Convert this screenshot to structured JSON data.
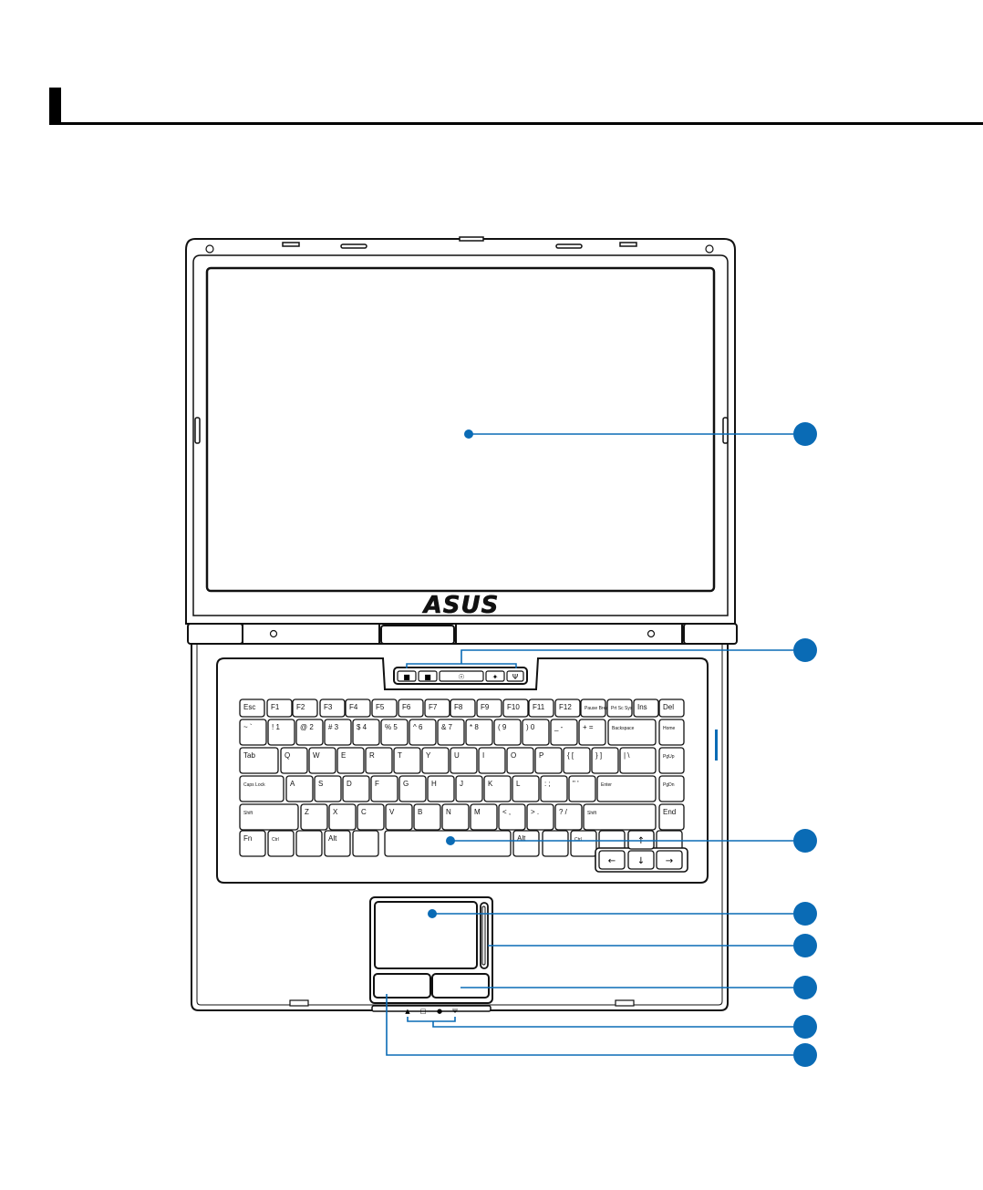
{
  "brand": {
    "logo_text": "ASUS"
  },
  "callouts": [
    {
      "id": 1,
      "target": "display-panel"
    },
    {
      "id": 2,
      "target": "status-indicator-strip"
    },
    {
      "id": 3,
      "target": "keyboard"
    },
    {
      "id": 4,
      "target": "touchpad"
    },
    {
      "id": 5,
      "target": "touchpad-scroll-strip"
    },
    {
      "id": 6,
      "target": "touchpad-buttons"
    },
    {
      "id": 7,
      "target": "front-status-indicators"
    },
    {
      "id": 8,
      "target": "front-indicator-left"
    }
  ],
  "keyboard": {
    "rows": [
      [
        "Esc",
        "F1",
        "F2",
        "F3",
        "F4",
        "F5",
        "F6",
        "F7",
        "F8",
        "F9",
        "F10",
        "F11",
        "F12",
        "Pause Break",
        "Prt Sc Sys Rq",
        "Ins",
        "Del"
      ],
      [
        "~ `",
        "! 1",
        "@ 2",
        "# 3",
        "$ 4",
        "% 5",
        "^ 6",
        "& 7",
        "* 8",
        "( 9",
        ") 0",
        "_ -",
        "+ =",
        "Backspace",
        "Home"
      ],
      [
        "Tab",
        "Q",
        "W",
        "E",
        "R",
        "T",
        "Y",
        "U",
        "I",
        "O",
        "P",
        "{ [",
        "} ]",
        "| \\",
        "PgUp"
      ],
      [
        "Caps Lock",
        "A",
        "S",
        "D",
        "F",
        "G",
        "H",
        "J",
        "K",
        "L",
        ": ;",
        "\" '",
        "Enter",
        "PgDn"
      ],
      [
        "Shift",
        "Z",
        "X",
        "C",
        "V",
        "B",
        "N",
        "M",
        "< ,",
        "> .",
        "? /",
        "Shift",
        "End"
      ],
      [
        "Fn",
        "Ctrl",
        "",
        "Alt",
        "",
        "",
        "Alt",
        "",
        "Ctrl",
        "",
        "",
        ""
      ]
    ]
  },
  "colors": {
    "callout_blue": "#0a6bb5",
    "line_blue": "#0a6bb5",
    "outline": "#111111"
  }
}
